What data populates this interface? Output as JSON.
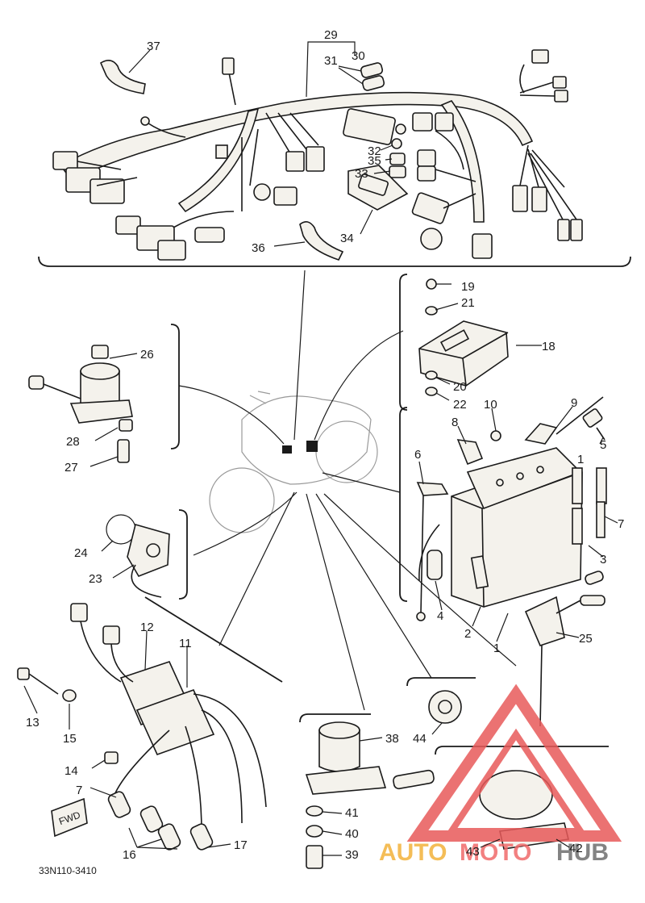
{
  "diagram_code": "33N110-3410",
  "fwd_marker": "FWD",
  "watermark": {
    "auto": "AUTO",
    "moto": "MOTO",
    "hub": "HUB",
    "auto_color": "#f3b23a",
    "moto_color": "#f06a6a",
    "hub_color": "#6e6e6e",
    "triangle_color": "#e85a5a"
  },
  "callouts": {
    "c1": "1",
    "c2": "2",
    "c3": "3",
    "c4": "4",
    "c5": "5",
    "c6": "6",
    "c7": "7",
    "c8": "8",
    "c9": "9",
    "c10": "10",
    "c11": "11",
    "c12": "12",
    "c13": "13",
    "c14": "14",
    "c15": "15",
    "c16": "16",
    "c17": "17",
    "c7b": "7",
    "c18": "18",
    "c19": "19",
    "c20": "20",
    "c21": "21",
    "c22": "22",
    "c23": "23",
    "c24": "24",
    "c25": "25",
    "c26": "26",
    "c27": "27",
    "c28": "28",
    "c29": "29",
    "c30": "30",
    "c31": "31",
    "c32": "32",
    "c33": "33",
    "c34": "34",
    "c35": "35",
    "c36": "36",
    "c37": "37",
    "c38": "38",
    "c39": "39",
    "c40": "40",
    "c41": "41",
    "c42": "42",
    "c43": "43",
    "c44": "44"
  }
}
